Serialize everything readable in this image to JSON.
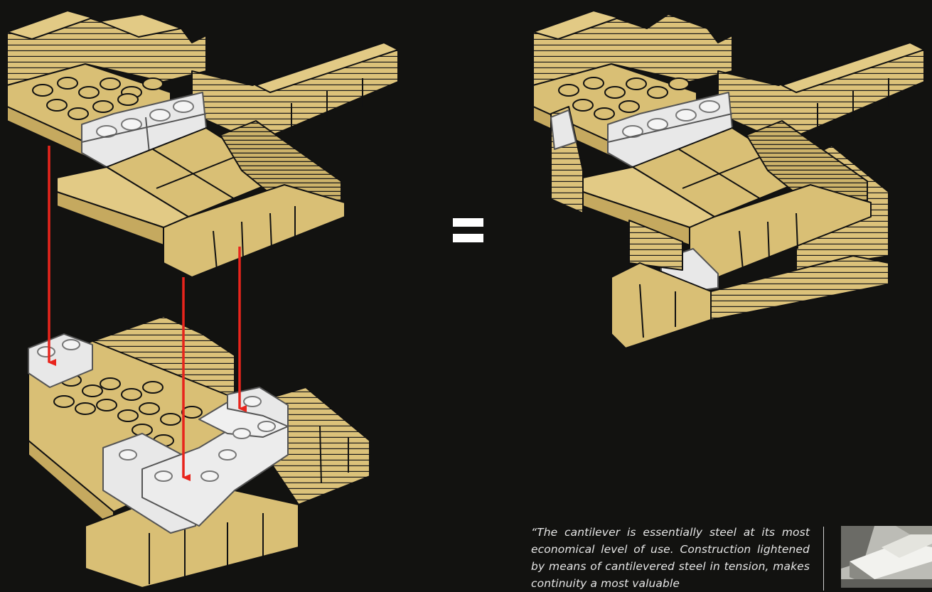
{
  "equals_sign": "=",
  "quote": {
    "text": "“The cantilever is essentially steel at its most economical level of use. Construction lightened by means of cantilevered steel in tension, makes continuity a most valuable"
  },
  "colors": {
    "background": "#121210",
    "brick": "#dcc27a",
    "brick_shade": "#c5a95f",
    "outline": "#111111",
    "transparent_brick": "#e8e8e8",
    "arrow": "#e8241c",
    "quote_text": "#e6e6e6"
  },
  "images": {
    "top_left_model": "lego-model-upper-level",
    "bottom_left_model": "lego-model-lower-level",
    "right_model": "lego-model-assembled",
    "photo": "building-photo-thumbnail"
  }
}
